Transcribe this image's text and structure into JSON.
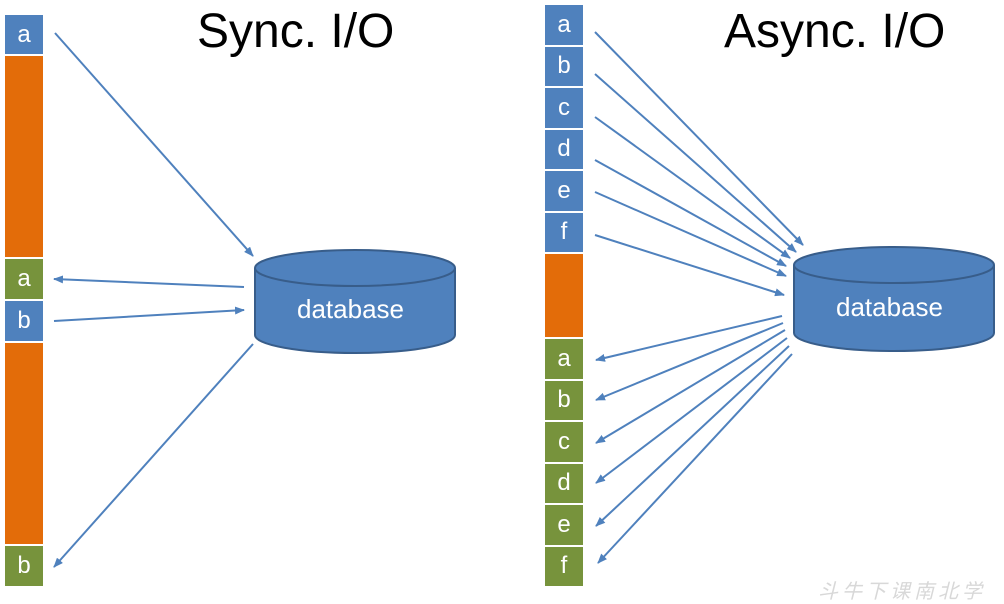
{
  "sync": {
    "title": "Sync. I/O",
    "request_a": "a",
    "response_a": "a",
    "request_b": "b",
    "response_b": "b",
    "database_label": "database"
  },
  "async": {
    "title": "Async. I/O",
    "requests": [
      "a",
      "b",
      "c",
      "d",
      "e",
      "f"
    ],
    "responses": [
      "a",
      "b",
      "c",
      "d",
      "e",
      "f"
    ],
    "database_label": "database"
  },
  "watermark": "斗牛下课南北学",
  "colors": {
    "request": "#4F81BD",
    "response": "#77933C",
    "wait": "#E36C09",
    "arrow": "#4F81BD"
  }
}
